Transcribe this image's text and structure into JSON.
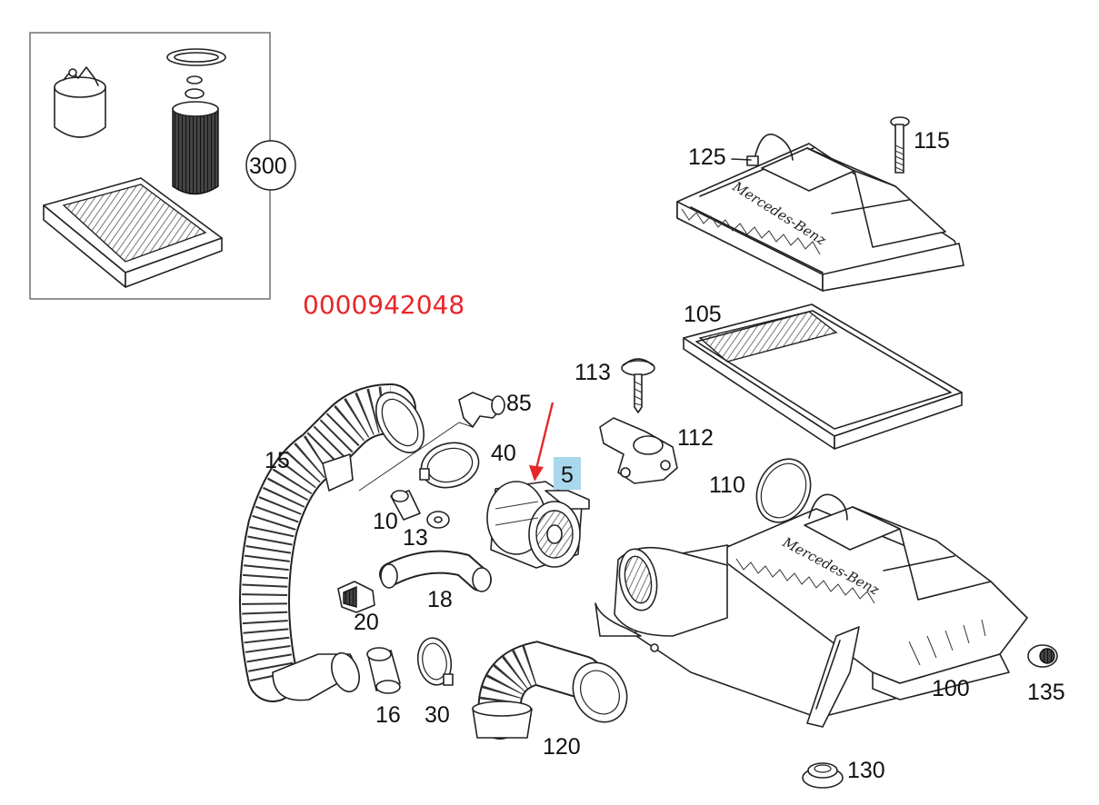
{
  "part_number": {
    "text": "0000942048",
    "color": "#e8262a"
  },
  "highlight": {
    "label": "5",
    "box_color": "#a9d8ec",
    "arrow_color": "#e8262a"
  },
  "callouts": {
    "c300": "300",
    "c125": "125",
    "c115": "115",
    "c105": "105",
    "c113": "113",
    "c85": "85",
    "c40": "40",
    "c112": "112",
    "c15": "15",
    "c110": "110",
    "c10": "10",
    "c13": "13",
    "c18": "18",
    "c20": "20",
    "c16": "16",
    "c30": "30",
    "c120": "120",
    "c100": "100",
    "c135": "135",
    "c130": "130"
  },
  "embossed_text": {
    "upper_cover": "Mercedes-Benz",
    "lower_housing": "Mercedes-Benz"
  },
  "icons": [
    "air-filter-housing-icon",
    "air-filter-element-icon",
    "mass-air-flow-sensor-icon",
    "intake-hose-icon",
    "hose-clamp-icon",
    "fuel-filter-icon"
  ]
}
